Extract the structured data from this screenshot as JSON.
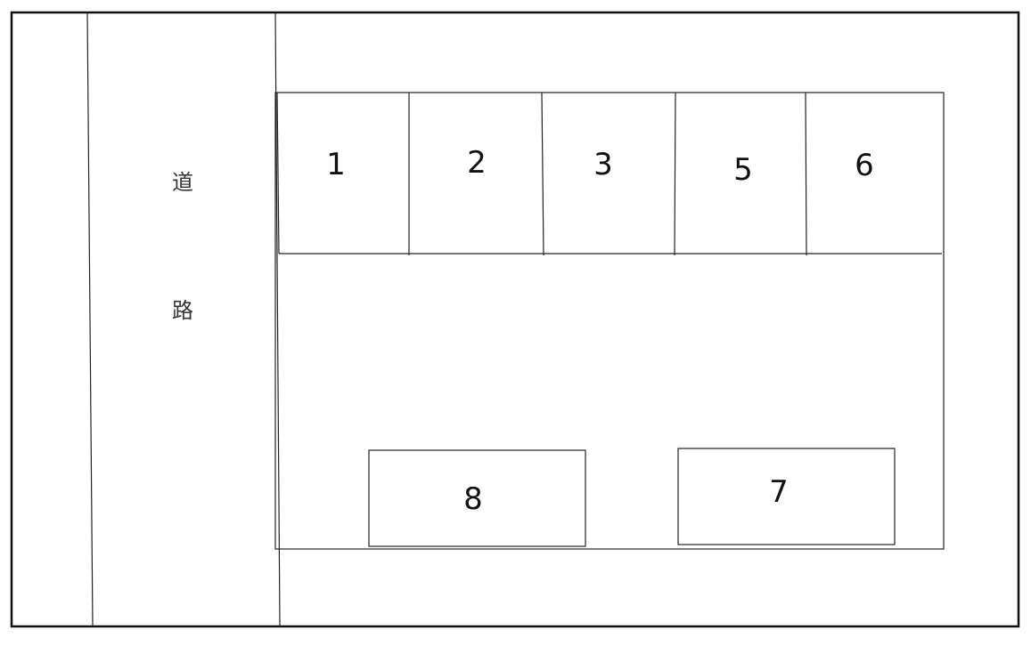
{
  "road": {
    "char_top": "道",
    "char_bottom": "路"
  },
  "spaces": [
    {
      "id": "space-1",
      "label": "1"
    },
    {
      "id": "space-2",
      "label": "2"
    },
    {
      "id": "space-3",
      "label": "3"
    },
    {
      "id": "space-5",
      "label": "5"
    },
    {
      "id": "space-6",
      "label": "6"
    },
    {
      "id": "space-8",
      "label": "8"
    },
    {
      "id": "space-7",
      "label": "7"
    }
  ]
}
